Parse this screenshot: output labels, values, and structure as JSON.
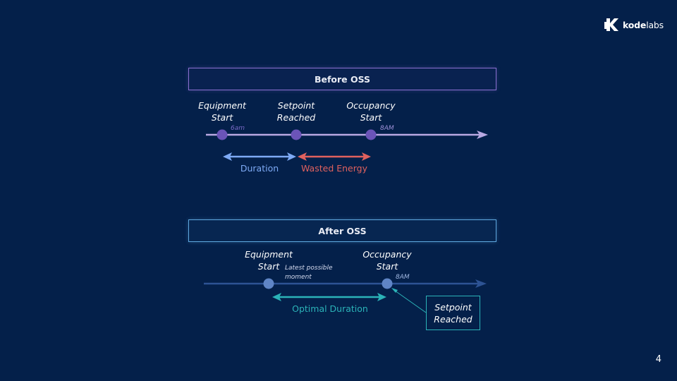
{
  "brand": {
    "logo_bold": "kode",
    "logo_light": "labs"
  },
  "page_number": "4",
  "before": {
    "title": "Before OSS",
    "equipment_start": "Equipment\nStart",
    "setpoint_reached": "Setpoint\nReached",
    "occupancy_start": "Occupancy\nStart",
    "time_6am": "6am",
    "time_8am": "8AM",
    "duration": "Duration",
    "wasted_energy": "Wasted Energy"
  },
  "after": {
    "title": "After OSS",
    "equipment_start": "Equipment\nStart",
    "latest_possible": "Latest possible\nmoment",
    "occupancy_start": "Occupancy\nStart",
    "time_8am": "8AM",
    "optimal_duration": "Optimal Duration",
    "setpoint_reached": "Setpoint\nReached"
  },
  "colors": {
    "background": "#04204a",
    "before_line": "#b9a9e3",
    "before_dot": "#6b54b8",
    "duration": "#7eaaf5",
    "wasted": "#e0615e",
    "after_line": "#2d5394",
    "after_dot": "#5f85c6",
    "optimal": "#2bb3b8"
  }
}
